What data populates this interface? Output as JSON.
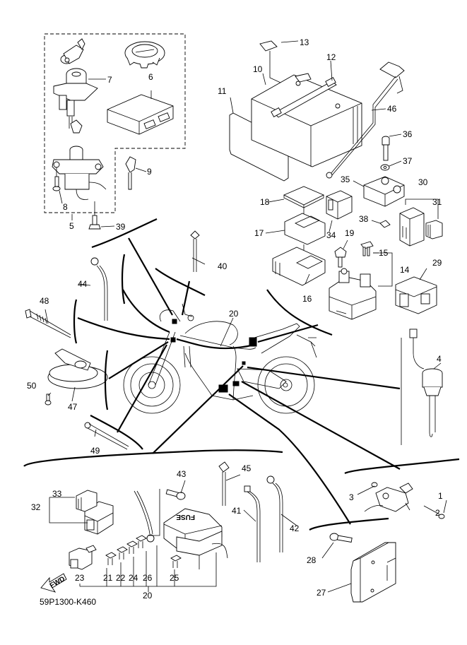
{
  "diagram": {
    "title": "Electrical parts exploded view",
    "diagram_code": "59P1300-K460",
    "forward_indicator": "FWD",
    "fuse_box_label": "FUSE",
    "callouts": [
      {
        "id": "c1",
        "number": "1",
        "part": "fuel sender / sensor body"
      },
      {
        "id": "c2",
        "number": "2",
        "part": "screw"
      },
      {
        "id": "c3",
        "number": "3",
        "part": "nut"
      },
      {
        "id": "c4",
        "number": "4",
        "part": "neutral switch"
      },
      {
        "id": "c5",
        "number": "5",
        "part": "main switch / lock set"
      },
      {
        "id": "c6",
        "number": "6",
        "part": "ECU"
      },
      {
        "id": "c7",
        "number": "7",
        "part": "seat lock"
      },
      {
        "id": "c8",
        "number": "8",
        "part": "bolt"
      },
      {
        "id": "c9",
        "number": "9",
        "part": "key"
      },
      {
        "id": "c10",
        "number": "10",
        "part": "battery"
      },
      {
        "id": "c11",
        "number": "11",
        "part": "battery cover"
      },
      {
        "id": "c12",
        "number": "12",
        "part": "battery band"
      },
      {
        "id": "c13",
        "number": "13",
        "part": "clip"
      },
      {
        "id": "c14",
        "number": "14",
        "part": "starter relay assy"
      },
      {
        "id": "c15",
        "number": "15",
        "part": "fuse"
      },
      {
        "id": "c16",
        "number": "16",
        "part": "cover"
      },
      {
        "id": "c17",
        "number": "17",
        "part": "damper"
      },
      {
        "id": "c18",
        "number": "18",
        "part": "pad"
      },
      {
        "id": "c19",
        "number": "19",
        "part": "bolt"
      },
      {
        "id": "c20a",
        "number": "20",
        "part": "wire harness"
      },
      {
        "id": "c20b",
        "number": "20",
        "part": "wire harness"
      },
      {
        "id": "c21",
        "number": "21",
        "part": "fuse"
      },
      {
        "id": "c22",
        "number": "22",
        "part": "fuse"
      },
      {
        "id": "c23",
        "number": "23",
        "part": "connector"
      },
      {
        "id": "c24",
        "number": "24",
        "part": "fuse"
      },
      {
        "id": "c25",
        "number": "25",
        "part": "fuse"
      },
      {
        "id": "c26",
        "number": "26",
        "part": "fuse"
      },
      {
        "id": "c27",
        "number": "27",
        "part": "rectifier regulator"
      },
      {
        "id": "c28",
        "number": "28",
        "part": "bolt"
      },
      {
        "id": "c29",
        "number": "29",
        "part": "relay"
      },
      {
        "id": "c30",
        "number": "30",
        "part": "relay assy"
      },
      {
        "id": "c31",
        "number": "31",
        "part": "cover"
      },
      {
        "id": "c32",
        "number": "32",
        "part": "relay assy"
      },
      {
        "id": "c33",
        "number": "33",
        "part": "cover"
      },
      {
        "id": "c34",
        "number": "34",
        "part": "relay"
      },
      {
        "id": "c35",
        "number": "35",
        "part": "sensor"
      },
      {
        "id": "c36",
        "number": "36",
        "part": "bolt"
      },
      {
        "id": "c37",
        "number": "37",
        "part": "washer"
      },
      {
        "id": "c38",
        "number": "38",
        "part": "bracket"
      },
      {
        "id": "c39",
        "number": "39",
        "part": "bolt"
      },
      {
        "id": "c40",
        "number": "40",
        "part": "band"
      },
      {
        "id": "c41",
        "number": "41",
        "part": "band"
      },
      {
        "id": "c42",
        "number": "42",
        "part": "band"
      },
      {
        "id": "c43",
        "number": "43",
        "part": "bolt"
      },
      {
        "id": "c44",
        "number": "44",
        "part": "band"
      },
      {
        "id": "c45",
        "number": "45",
        "part": "band"
      },
      {
        "id": "c46",
        "number": "46",
        "part": "earth lead"
      },
      {
        "id": "c47",
        "number": "47",
        "part": "horn"
      },
      {
        "id": "c48",
        "number": "48",
        "part": "band"
      },
      {
        "id": "c49",
        "number": "49",
        "part": "band"
      },
      {
        "id": "c50",
        "number": "50",
        "part": "bolt"
      }
    ]
  }
}
